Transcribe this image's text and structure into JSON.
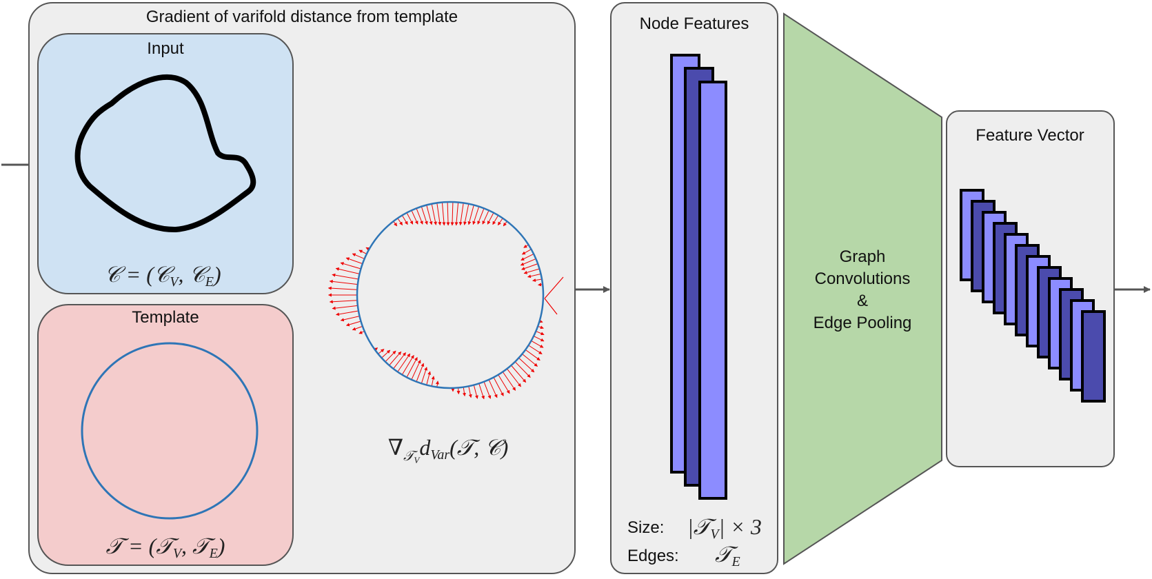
{
  "colors": {
    "panel_gray": "#eeeeee",
    "panel_stroke": "#555555",
    "input_blue": "#cfe2f3",
    "template_pink": "#f4cccc",
    "conv_green": "#b6d7a8",
    "feature_light": "#8c8cff",
    "feature_dark": "#4b4bad",
    "gradient_red": "#ee0000",
    "circle_blue": "#2e75b6",
    "arrow_gray": "#555555"
  },
  "gradient_panel": {
    "title": "Gradient of varifold distance from template",
    "formula": {
      "nabla": "∇",
      "sub": "𝒯",
      "subsub": "V",
      "body": "d",
      "var": "Var",
      "args": "(𝒯, 𝒞)"
    }
  },
  "input_box": {
    "title": "Input",
    "formula": {
      "lhs": "𝒞 = (𝒞",
      "v": "V",
      "mid": ", 𝒞",
      "e": "E",
      "rhs": ")"
    }
  },
  "template_box": {
    "title": "Template",
    "formula": {
      "lhs": "𝒯 = (𝒯",
      "v": "V",
      "mid": ", 𝒯",
      "e": "E",
      "rhs": ")"
    }
  },
  "node_features": {
    "title": "Node Features",
    "size_label": "Size:",
    "size_value": {
      "open": "|𝒯",
      "v": "V",
      "close": "| × 3"
    },
    "edges_label": "Edges:",
    "edges_value": {
      "main": "𝒯",
      "e": "E"
    }
  },
  "graph_block": {
    "line1": "Graph",
    "line2": "Convolutions",
    "line3": "&",
    "line4": "Edge Pooling"
  },
  "feature_vector": {
    "title": "Feature Vector",
    "count": 12
  }
}
